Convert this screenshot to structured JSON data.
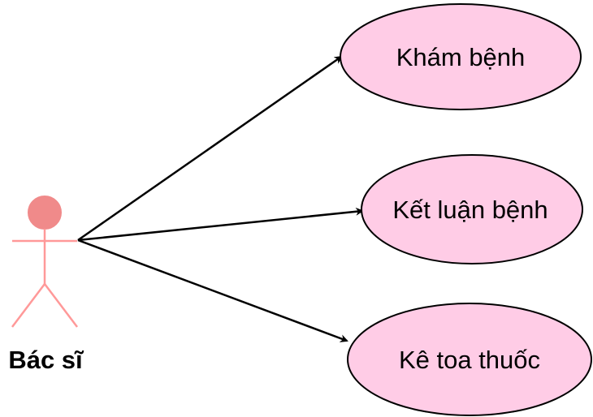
{
  "diagram": {
    "colors": {
      "actor_stroke": "#ff9999",
      "actor_head_fill": "#f08a8a",
      "usecase_fill": "#ffcce6",
      "usecase_stroke": "#000000",
      "edge_stroke": "#000000"
    },
    "actor": {
      "label": "Bác sĩ"
    },
    "usecases": [
      {
        "label": "Khám bệnh"
      },
      {
        "label": "Kết luận bệnh"
      },
      {
        "label": "Kê toa thuốc"
      }
    ],
    "edges": [
      {
        "from": "Bác sĩ",
        "to": "Khám bệnh"
      },
      {
        "from": "Bác sĩ",
        "to": "Kết luận bệnh"
      },
      {
        "from": "Bác sĩ",
        "to": "Kê toa thuốc"
      }
    ]
  }
}
